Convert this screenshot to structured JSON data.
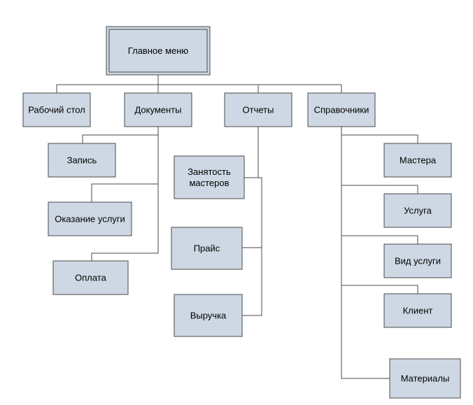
{
  "colors": {
    "box_fill": "#cdd8e4",
    "box_stroke": "#4a4a4a",
    "connector": "#4a4a4a",
    "background": "#ffffff"
  },
  "nodes": {
    "root": [
      "Главное меню"
    ],
    "desktop": [
      "Рабочий стол"
    ],
    "documents": [
      "Документы"
    ],
    "reports": [
      "Отчеты"
    ],
    "references": [
      "Справочники"
    ],
    "record": [
      "Запись"
    ],
    "service_provision": [
      "Оказание услуги"
    ],
    "payment": [
      "Оплата"
    ],
    "masters_workload": [
      "Занятость",
      "мастеров"
    ],
    "price": [
      "Прайс"
    ],
    "revenue": [
      "Выручка"
    ],
    "masters": [
      "Мастера"
    ],
    "service": [
      "Услуга"
    ],
    "service_type": [
      "Вид услуги"
    ],
    "client": [
      "Клиент"
    ],
    "materials": [
      "Материалы"
    ]
  }
}
